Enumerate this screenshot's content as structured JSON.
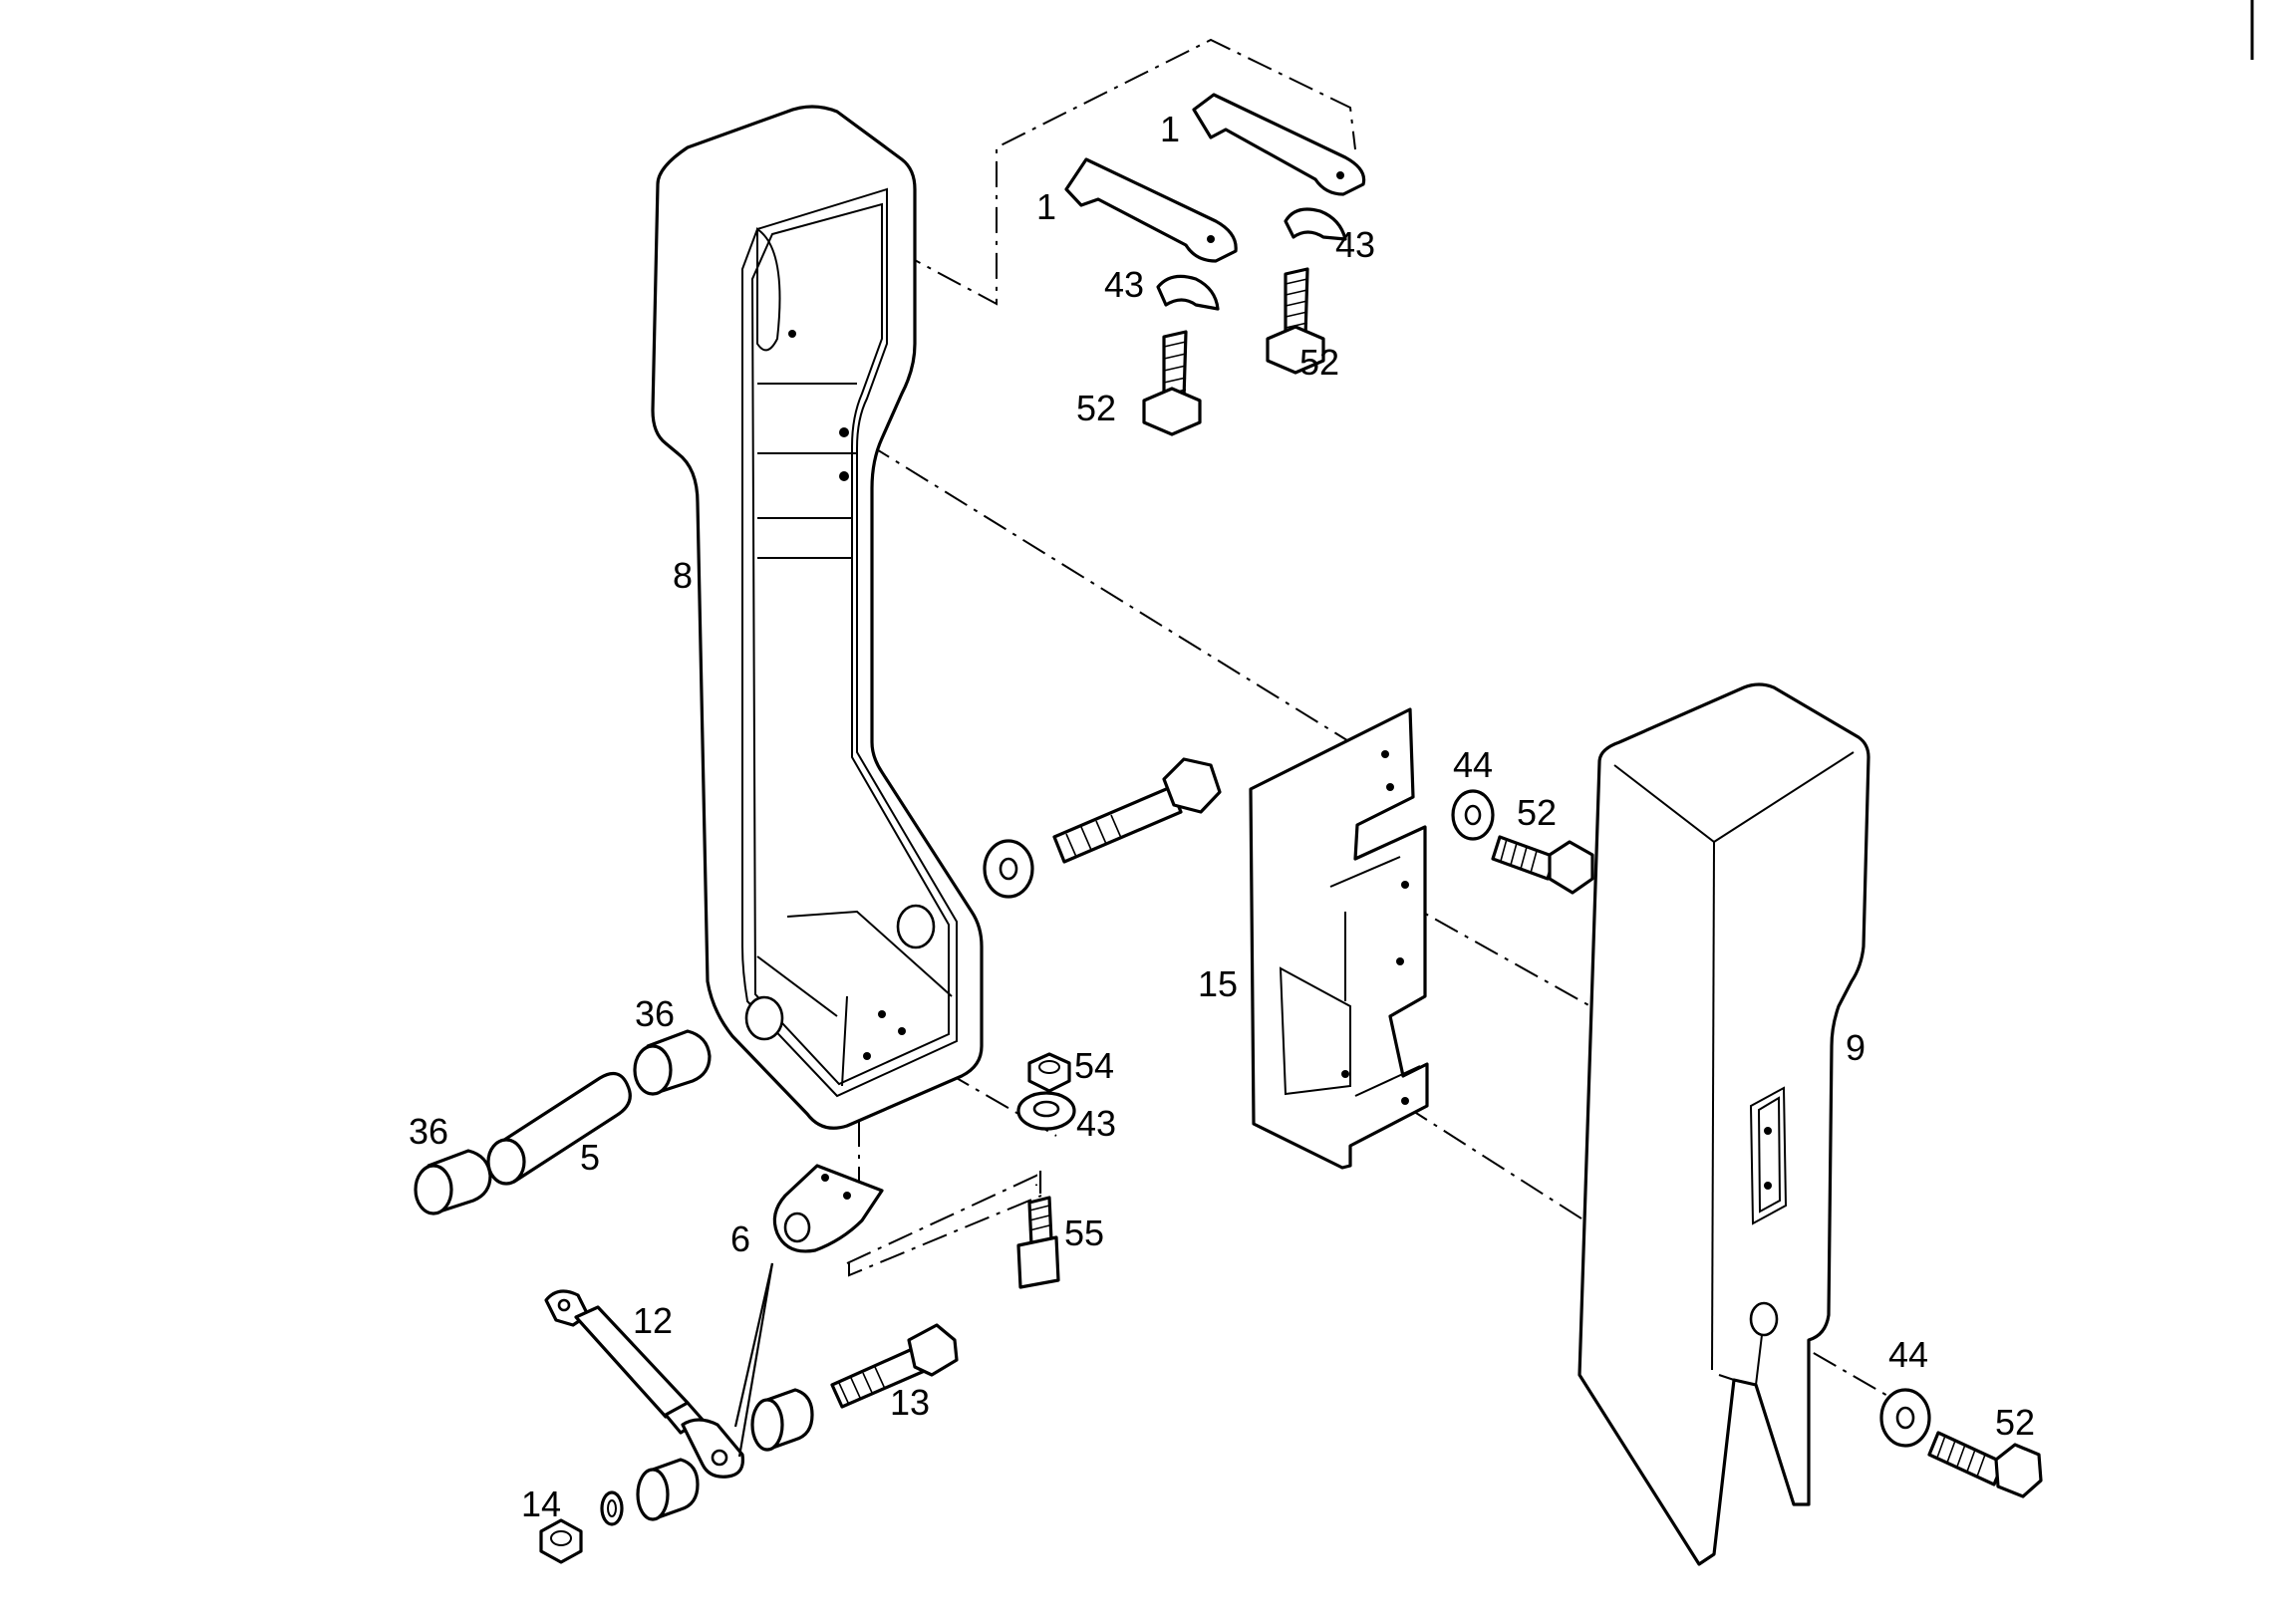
{
  "callouts": {
    "c1a": "1",
    "c1b": "1",
    "c43a": "43",
    "c43b": "43",
    "c52a": "52",
    "c52b": "52",
    "c8": "8",
    "c44a": "44",
    "c52c": "52",
    "c15": "15",
    "c9": "9",
    "c36a": "36",
    "c36b": "36",
    "c5": "5",
    "c54": "54",
    "c43c": "43",
    "c6": "6",
    "c55": "55",
    "c12": "12",
    "c13": "13",
    "c14": "14",
    "c44b": "44",
    "c52d": "52"
  }
}
